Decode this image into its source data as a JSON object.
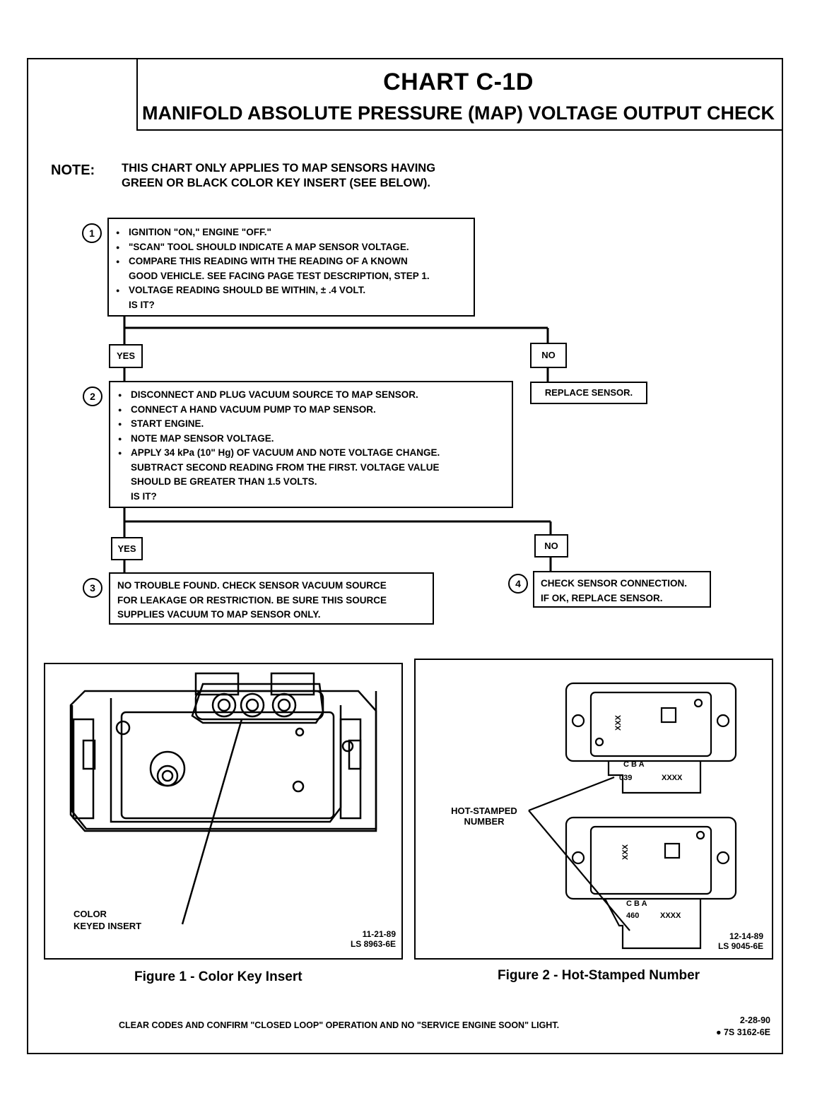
{
  "header": {
    "title": "CHART C-1D",
    "subtitle": "MANIFOLD ABSOLUTE PRESSURE (MAP) VOLTAGE OUTPUT CHECK"
  },
  "note": {
    "label": "NOTE:",
    "line1": "THIS CHART ONLY APPLIES TO MAP SENSORS HAVING",
    "line2": "GREEN OR BLACK COLOR KEY INSERT (SEE BELOW)."
  },
  "step1": {
    "number": "1",
    "bullets": [
      "IGNITION \"ON,\" ENGINE \"OFF.\"",
      "\"SCAN\" TOOL SHOULD INDICATE A MAP SENSOR VOLTAGE.",
      "COMPARE THIS READING WITH THE READING OF A KNOWN",
      "VOLTAGE READING SHOULD BE WITHIN, ± .4 VOLT."
    ],
    "continuation": "GOOD VEHICLE.  SEE FACING PAGE TEST DESCRIPTION, STEP 1.",
    "question": "IS IT?"
  },
  "branch1": {
    "yes": "YES",
    "no": "NO",
    "no_action": "REPLACE SENSOR."
  },
  "step2": {
    "number": "2",
    "bullets": [
      "DISCONNECT AND PLUG VACUUM SOURCE TO MAP SENSOR.",
      "CONNECT A HAND  VACUUM PUMP TO MAP SENSOR.",
      "START ENGINE.",
      "NOTE MAP SENSOR VOLTAGE.",
      "APPLY 34 kPa (10\" Hg) OF VACUUM AND NOTE VOLTAGE CHANGE."
    ],
    "cont1": "SUBTRACT SECOND READING FROM THE FIRST.  VOLTAGE VALUE",
    "cont2": "SHOULD BE GREATER THAN 1.5 VOLTS.",
    "question": "IS IT?"
  },
  "branch2": {
    "yes": "YES",
    "no": "NO"
  },
  "step3": {
    "number": "3",
    "line1": "NO TROUBLE FOUND.  CHECK SENSOR VACUUM SOURCE",
    "line2": "FOR LEAKAGE OR RESTRICTION.  BE SURE THIS SOURCE",
    "line3": "SUPPLIES VACUUM TO MAP SENSOR ONLY."
  },
  "step4": {
    "number": "4",
    "line1": "CHECK SENSOR CONNECTION.",
    "line2": "IF OK, REPLACE SENSOR."
  },
  "figure1": {
    "callout1": "COLOR",
    "callout2": "KEYED INSERT",
    "date": "11-21-89",
    "code": "LS 8963-6E",
    "caption": "Figure 1 - Color Key Insert"
  },
  "figure2": {
    "callout1": "HOT-STAMPED",
    "callout2": "NUMBER",
    "pins": "C  B   A",
    "stamp_top": "039",
    "stamp_bottom": "460",
    "xxxx": "XXXX",
    "xxx": "XXX",
    "date": "12-14-89",
    "code": "LS 9045-6E",
    "caption": "Figure 2 - Hot-Stamped Number"
  },
  "footer": {
    "instruction": "CLEAR CODES AND CONFIRM \"CLOSED LOOP\" OPERATION AND NO \"SERVICE ENGINE SOON\" LIGHT.",
    "date": "2-28-90",
    "code": "● 7S 3162-6E"
  }
}
